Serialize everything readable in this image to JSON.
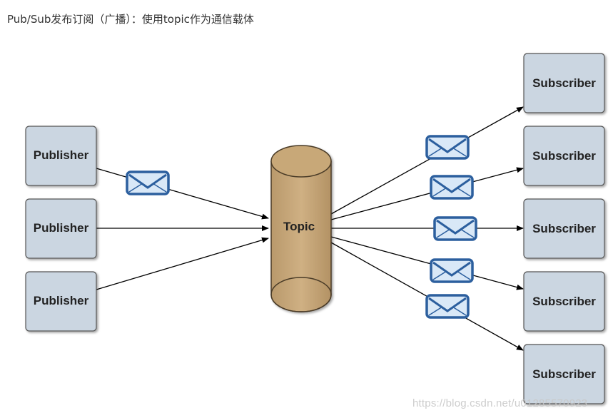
{
  "caption": "Pub/Sub发布订阅（广播）：使用topic作为通信载体",
  "diagram": {
    "publishers": [
      "Publisher",
      "Publisher",
      "Publisher"
    ],
    "topic": "Topic",
    "subscribers": [
      "Subscriber",
      "Subscriber",
      "Subscriber",
      "Subscriber",
      "Subscriber"
    ]
  },
  "colors": {
    "box_fill": "#cbd6e1",
    "box_stroke": "#555555",
    "topic_fill": "#c8a878",
    "topic_stroke": "#4a3a28",
    "envelope_fill": "#d9e8f7",
    "envelope_stroke": "#2c5f9e"
  },
  "watermark": "https://blog.csdn.net/u01285570923"
}
